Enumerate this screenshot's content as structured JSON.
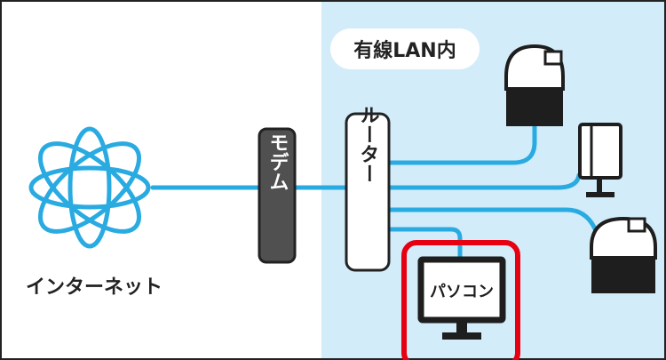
{
  "zone_label": "有線LAN内",
  "internet_label": "インターネット",
  "modem_label": "モデム",
  "router_label": "ルーター",
  "pc_label": "パソコン",
  "colors": {
    "line_blue": "#29abe2",
    "lan_zone_bg": "#d2ecf9",
    "modem_fill": "#505050",
    "highlight_red": "#e60012",
    "device_black": "#1e1e1e"
  },
  "icons": [
    "globe-icon",
    "network-camera-icon",
    "desktop-tower-icon",
    "pc-monitor-icon"
  ]
}
